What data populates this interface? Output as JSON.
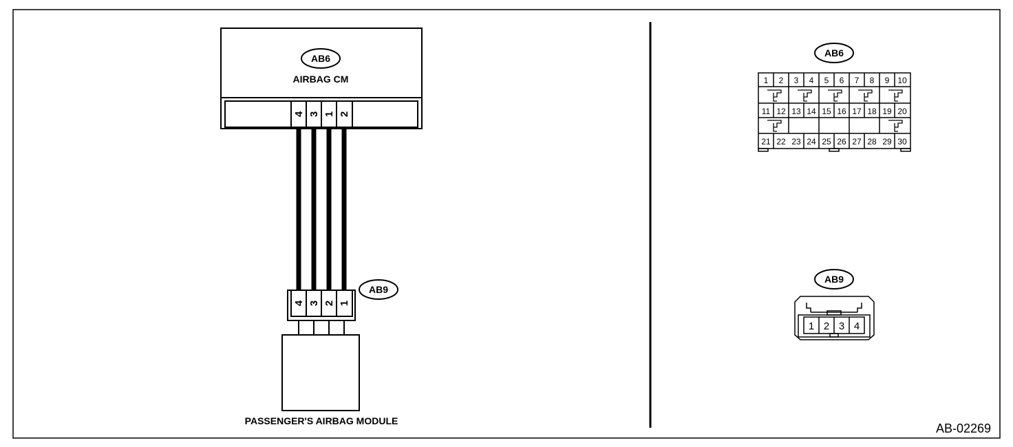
{
  "left": {
    "control_module": {
      "connector_id": "AB6",
      "label": "AIRBAG CM",
      "pins": [
        "4",
        "3",
        "1",
        "2"
      ]
    },
    "module_connector": {
      "connector_id": "AB9",
      "pins": [
        "4",
        "3",
        "2",
        "1"
      ]
    },
    "module": {
      "label": "PASSENGER'S AIRBAG MODULE"
    }
  },
  "right": {
    "ab6": {
      "connector_id": "AB6",
      "row1": [
        "1",
        "2",
        "3",
        "4",
        "5",
        "6",
        "7",
        "8",
        "9",
        "10"
      ],
      "row2": [
        "11",
        "12",
        "13",
        "14",
        "15",
        "16",
        "17",
        "18",
        "19",
        "20"
      ],
      "row3": [
        "21",
        "22",
        "23",
        "24",
        "25",
        "26",
        "27",
        "28",
        "29",
        "30"
      ]
    },
    "ab9": {
      "connector_id": "AB9",
      "pins": [
        "1",
        "2",
        "3",
        "4"
      ]
    }
  },
  "figure_id": "AB-02269"
}
